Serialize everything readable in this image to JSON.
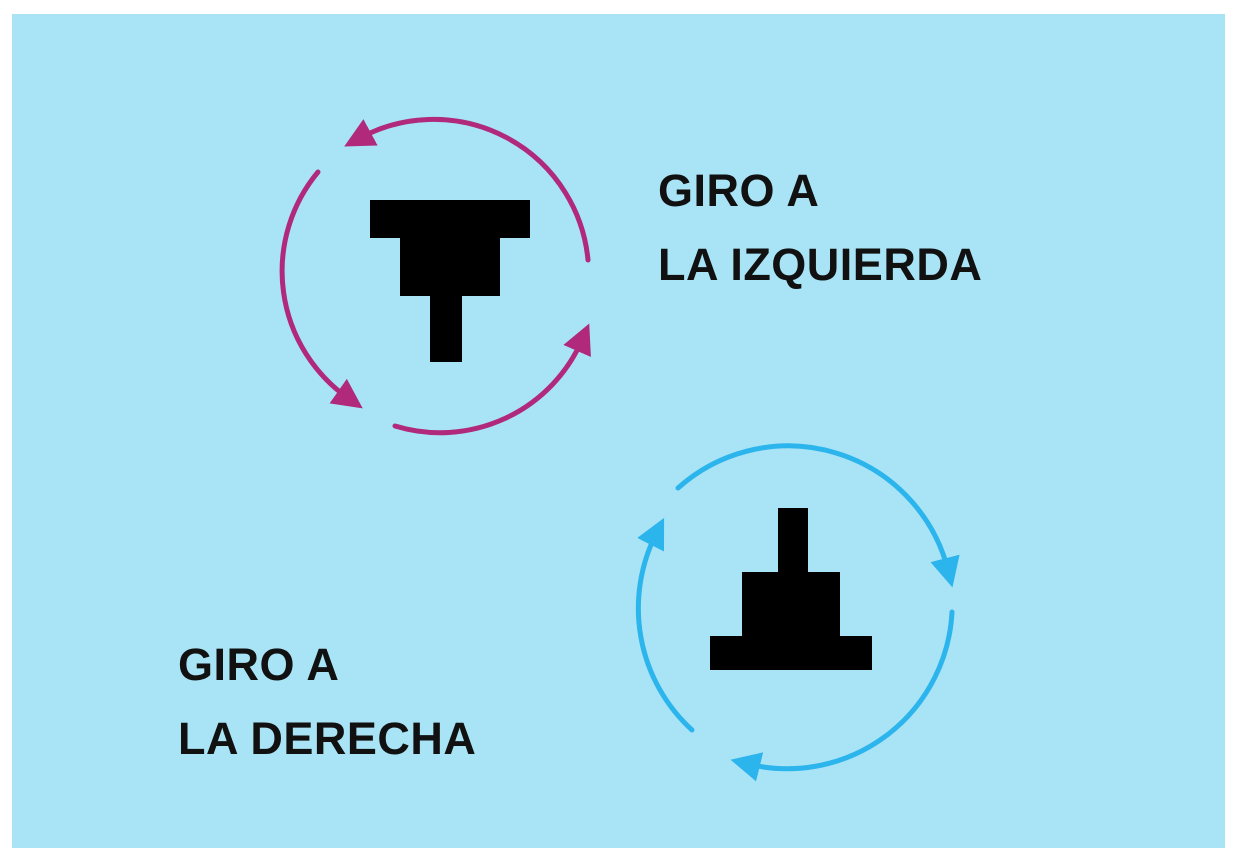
{
  "labels": {
    "left_turn": {
      "line1": "GIRO A",
      "line2": "LA IZQUIERDA"
    },
    "right_turn": {
      "line1": "GIRO A",
      "line2": "LA DERECHA"
    }
  },
  "colors": {
    "background": "#a8e4f6",
    "left_arrow": "#b0297a",
    "right_arrow": "#2cb4ec",
    "symbol": "#000000",
    "text": "#111111"
  },
  "icons": {
    "left_symbol": "t-shape-icon",
    "right_symbol": "inverted-t-shape-icon",
    "left_arrows": "rotate-counterclockwise-icon",
    "right_arrows": "rotate-clockwise-icon"
  }
}
